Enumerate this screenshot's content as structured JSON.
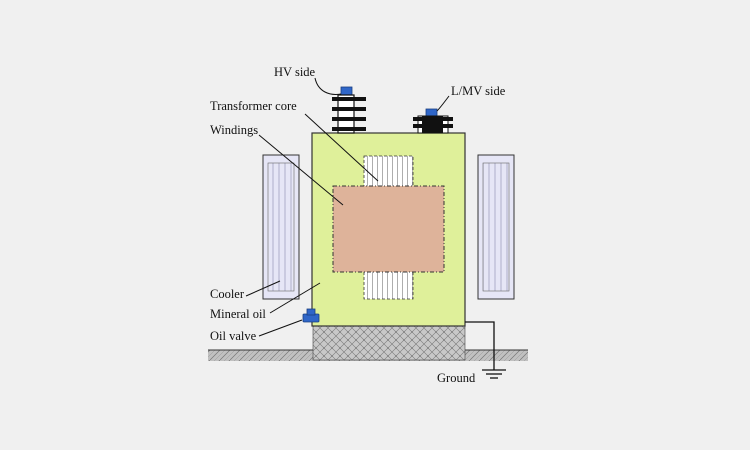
{
  "labels": {
    "hv_side": "HV side",
    "lmv_side": "L/MV side",
    "transformer_core": "Transformer core",
    "windings": "Windings",
    "cooler": "Cooler",
    "mineral_oil": "Mineral oil",
    "oil_valve": "Oil valve",
    "ground": "Ground"
  },
  "colors": {
    "background": "#f0f0f0",
    "tank": "#dff09a",
    "core": "#deb39a",
    "windings": "#ffffff",
    "cooler": "#e6e6f6",
    "bushing_cap": "#2f66c8",
    "foundation": "#c8c8c8",
    "outline": "#111111"
  }
}
